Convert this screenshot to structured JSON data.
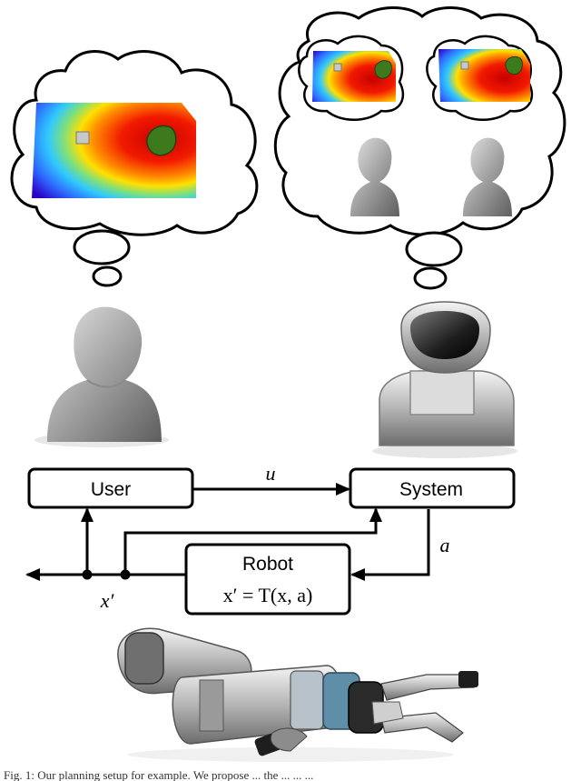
{
  "blocks": {
    "user": "User",
    "system": "System",
    "robot": "Robot",
    "robot_eq": "x′ = T(x, a)"
  },
  "signals": {
    "u": "u",
    "a": "a",
    "x_prime": "x′"
  },
  "caption": "Fig. 1: Our planning setup for example. We propose ... the ... ... ...",
  "colors": {
    "heat_hot": "#d40000",
    "heat_warm": "#ffd800",
    "heat_cool": "#2f7bff",
    "heat_cold": "#2a00c8",
    "figure_gray": "#a8a8a8",
    "object_green": "#3d7a1e"
  }
}
